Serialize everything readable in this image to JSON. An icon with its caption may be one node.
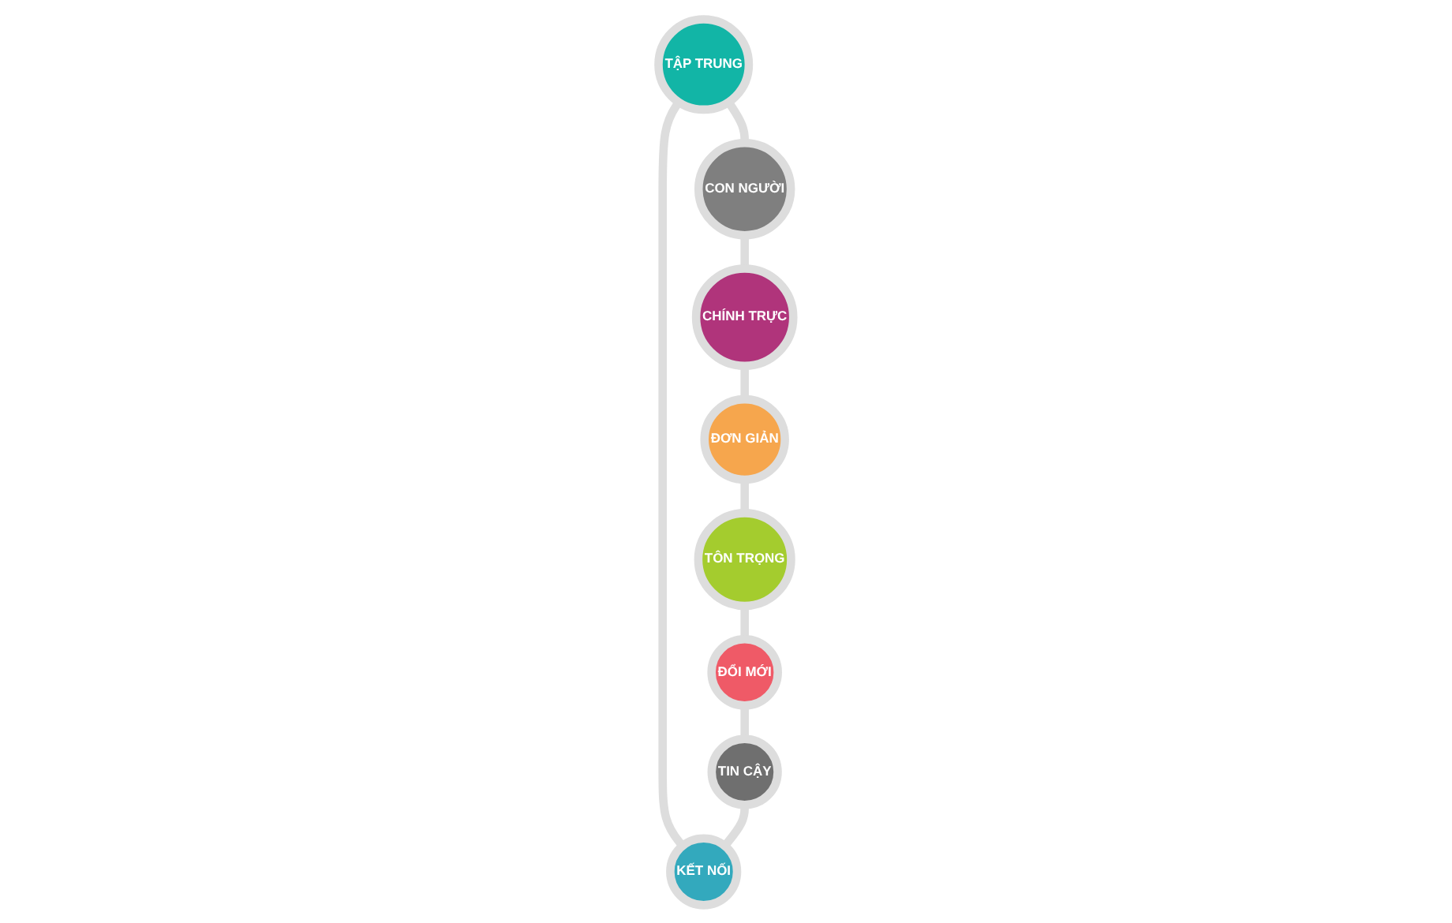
{
  "diagram": {
    "nodes": [
      {
        "text": [
          "TẬP TRUNG"
        ]
      },
      {
        "text": [
          "KẾT NỐI"
        ]
      },
      {
        "text": [
          "CON NGƯỜI"
        ]
      },
      {
        "text": [
          "TIN CẬY"
        ]
      },
      {
        "text": [
          "TÔN TRỌNG"
        ]
      },
      {
        "text": [
          "CHÍNH TRỰC"
        ]
      },
      {
        "text": [
          "ĐỔI MỚI"
        ]
      },
      {
        "text": [
          "ĐƠN GIẢN"
        ]
      }
    ],
    "edges": [
      {
        "from": 0,
        "to": 1,
        "arrow": "none"
      },
      {
        "from": 0,
        "to": 2,
        "arrow": "none"
      },
      {
        "from": 2,
        "to": 5,
        "arrow": "none"
      },
      {
        "from": 5,
        "to": 7,
        "arrow": "none"
      },
      {
        "from": 7,
        "to": 4,
        "arrow": "none"
      },
      {
        "from": 4,
        "to": 6,
        "arrow": "none"
      },
      {
        "from": 6,
        "to": 3,
        "arrow": "none"
      },
      {
        "from": 3,
        "to": 1,
        "arrow": "none"
      }
    ]
  }
}
